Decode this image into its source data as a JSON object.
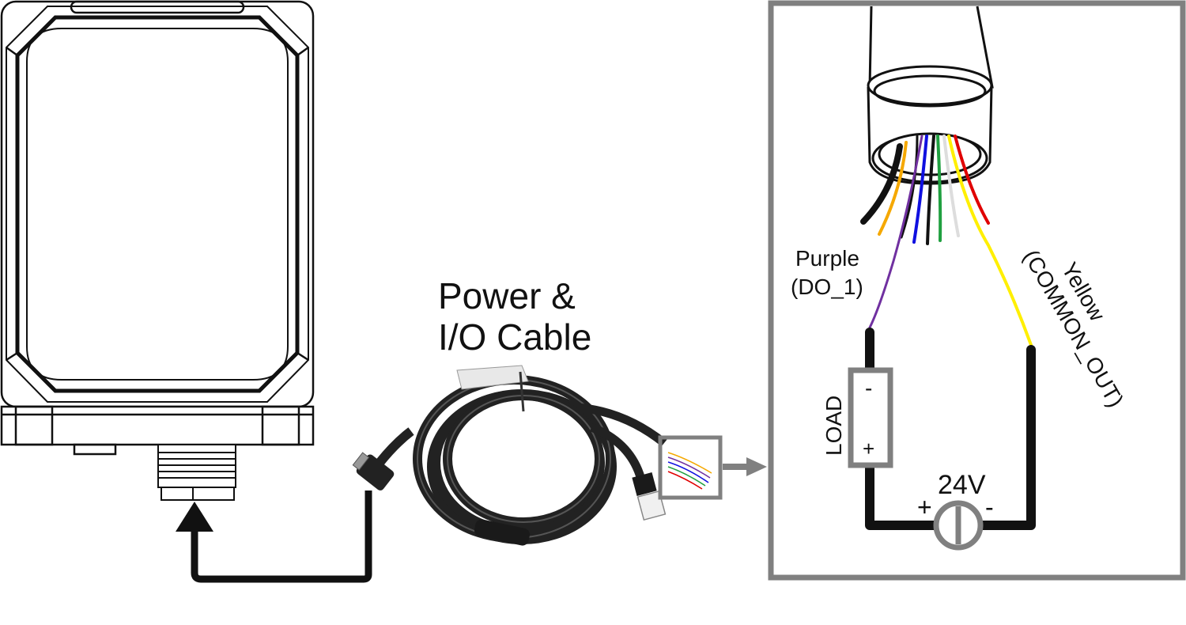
{
  "cable_caption": {
    "line1": "Power &",
    "line2": "I/O Cable"
  },
  "purple_wire_label": {
    "line1": "Purple",
    "line2": "(DO_1)"
  },
  "yellow_wire_label": {
    "line1": "Yellow",
    "line2": "(COMMON_OUT)"
  },
  "load": {
    "label": "LOAD",
    "minus": "-",
    "plus": "+"
  },
  "supply": {
    "label": "24V",
    "plus": "+",
    "minus": "-"
  },
  "colors": {
    "outline": "#111111",
    "frame_gray": "#808080",
    "wire_purple": "#7030a0",
    "wire_yellow": "#ffef00",
    "wire_orange": "#f5a800",
    "wire_blue": "#1010e0",
    "wire_green": "#20a040",
    "wire_white": "#dddddd",
    "wire_red": "#e00000",
    "wire_black": "#111111"
  },
  "wire_bundle": [
    "black",
    "orange",
    "purple",
    "blue",
    "black",
    "green",
    "white",
    "yellow",
    "red"
  ]
}
